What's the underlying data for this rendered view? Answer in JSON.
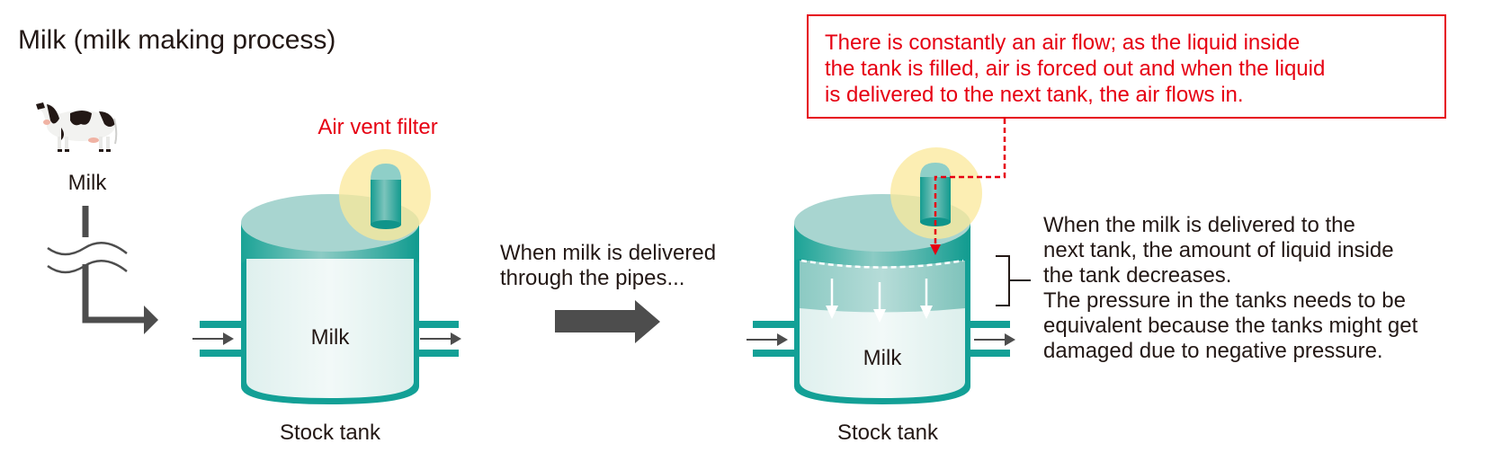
{
  "title": "Milk (milk making process)",
  "source": {
    "icon": "cow-icon",
    "label": "Milk"
  },
  "tank1": {
    "content_label": "Milk",
    "caption": "Stock tank",
    "filter_label": "Air vent filter"
  },
  "transition": {
    "lines": [
      "When milk is delivered",
      "through the pipes..."
    ]
  },
  "tank2": {
    "content_label": "Milk",
    "caption": "Stock tank"
  },
  "callout": {
    "lines": [
      "There is constantly an air flow; as the liquid inside",
      "the tank is filled, air is forced out and when the liquid",
      "is delivered to the next tank, the air flows in."
    ]
  },
  "explanation": {
    "lines": [
      "When the milk is delivered to the",
      "next tank, the amount of liquid inside",
      "the tank decreases.",
      "The pressure in the tanks needs to be",
      "equivalent because the tanks might get",
      "damaged due to negative pressure."
    ]
  },
  "colors": {
    "teal": "#13a096",
    "teal_light": "#a8d5d0",
    "milk": "#e8f4f2",
    "highlight": "#fbe89a",
    "red": "#e60012",
    "arrow": "#4d4d4d",
    "text": "#231815"
  }
}
